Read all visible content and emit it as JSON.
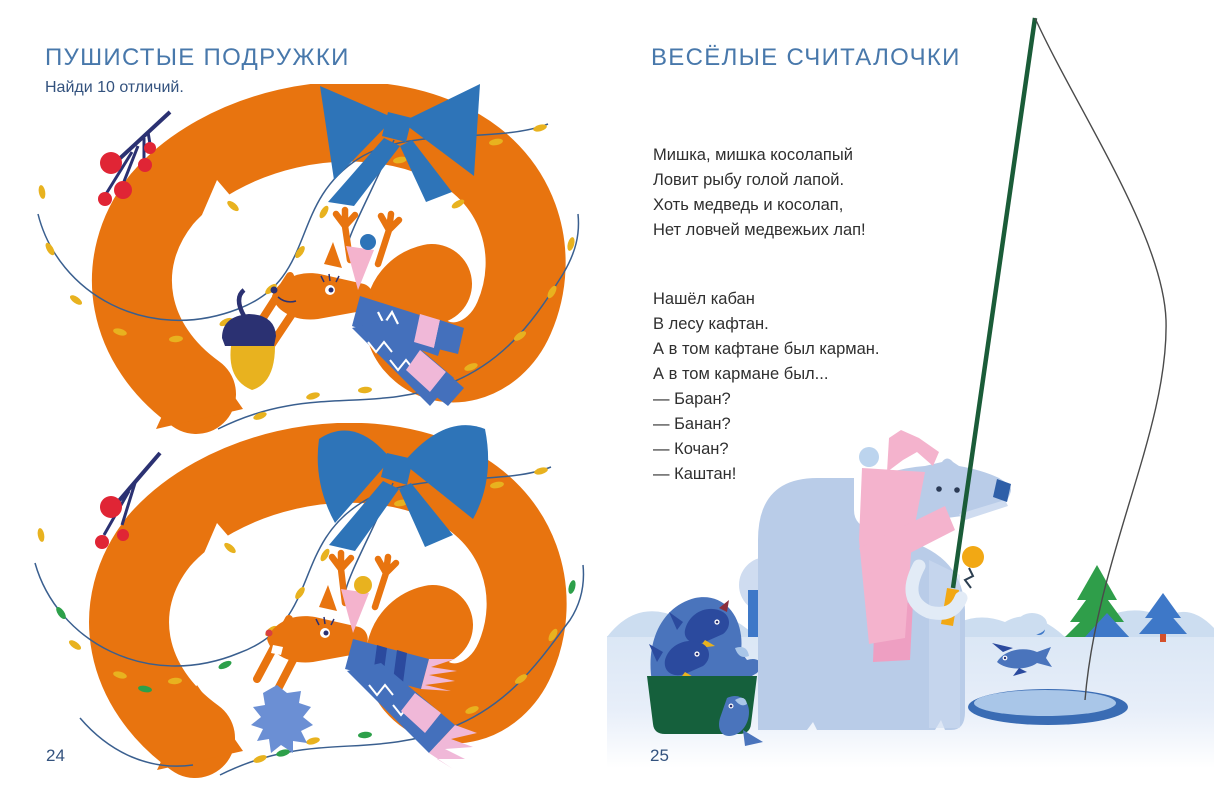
{
  "palette": {
    "title-blue": "#4878ab",
    "subtitle-navy": "#33527e",
    "text-dark": "#2f2f2f",
    "orange": "#e8740f",
    "bow-blue": "#2e74b8",
    "navy": "#2b3172",
    "berry-red": "#e02535",
    "light-yellow": "#e8b21f",
    "leaf-green": "#2da04a",
    "pink": "#f4b3cd",
    "pink-deep": "#ee9fc2",
    "stripe-pink": "#f0b8d8",
    "scarf-blue": "#4470bc",
    "bear-blue": "#b9cce8",
    "bear-light": "#cfdcf0",
    "snow": "#dbe7f5",
    "hill": "#ccddf0",
    "hole-rim": "#3a6cb4",
    "hole-water": "#a9c6e8",
    "bucket-green": "#15603c",
    "fish-blue": "#4a74bc",
    "fish-navy": "#2b4a9e",
    "reel-yellow": "#f2a814",
    "tree-green": "#2f9e4a",
    "tree-blue": "#3e78c8",
    "trunk-orange": "#d4502a",
    "pinecone-blue": "#6b8fd4",
    "garland-line": "#3a5f8f",
    "rod-green": "#1a5c38"
  },
  "left_page": {
    "title": "ПУШИСТЫЕ ПОДРУЖКИ",
    "subtitle": "Найди 10 отличий.",
    "page_number": "24"
  },
  "right_page": {
    "title": "ВЕСЁЛЫЕ СЧИТАЛОЧКИ",
    "poems": [
      {
        "lines": [
          "Мишка, мишка косолапый",
          "Ловит рыбу голой лапой.",
          "Хоть медведь и косолап,",
          "Нет ловчей медвежьих лап!"
        ]
      },
      {
        "lines": [
          "Нашёл кабан",
          "В лесу кафтан.",
          "А в том кафтане был карман.",
          "А в том кармане был...",
          "— Баран?",
          "— Банан?",
          "— Кочан?",
          "— Каштан!"
        ]
      }
    ],
    "page_number": "25"
  },
  "illustrations": {
    "left_top": "curled-squirrel-with-gift-bow-variant-1",
    "left_bottom": "curled-squirrel-with-gift-bow-variant-2",
    "right": "polar-bear-ice-fishing"
  }
}
